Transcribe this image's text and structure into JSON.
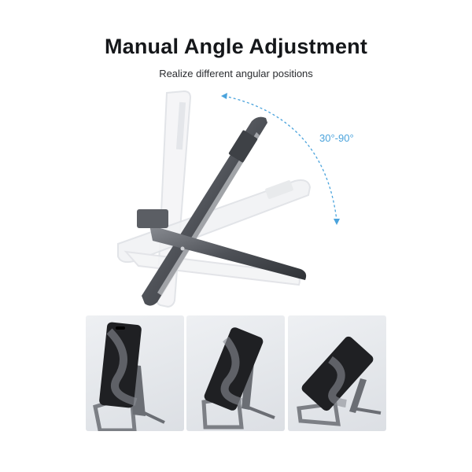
{
  "header": {
    "title": "Manual Angle Adjustment",
    "subtitle": "Realize different angular positions"
  },
  "hero": {
    "angle_range_label": "30°-90°",
    "arc_color": "#4aa3dc",
    "arc_icon": "double-arrow-arc-icon"
  },
  "panels": [
    {
      "name": "stand-angle-steep",
      "description": "Phone on stand at near-vertical angle"
    },
    {
      "name": "stand-angle-medium",
      "description": "Phone on stand at medium angle"
    },
    {
      "name": "stand-angle-low",
      "description": "Phone on stand at low angle"
    }
  ]
}
